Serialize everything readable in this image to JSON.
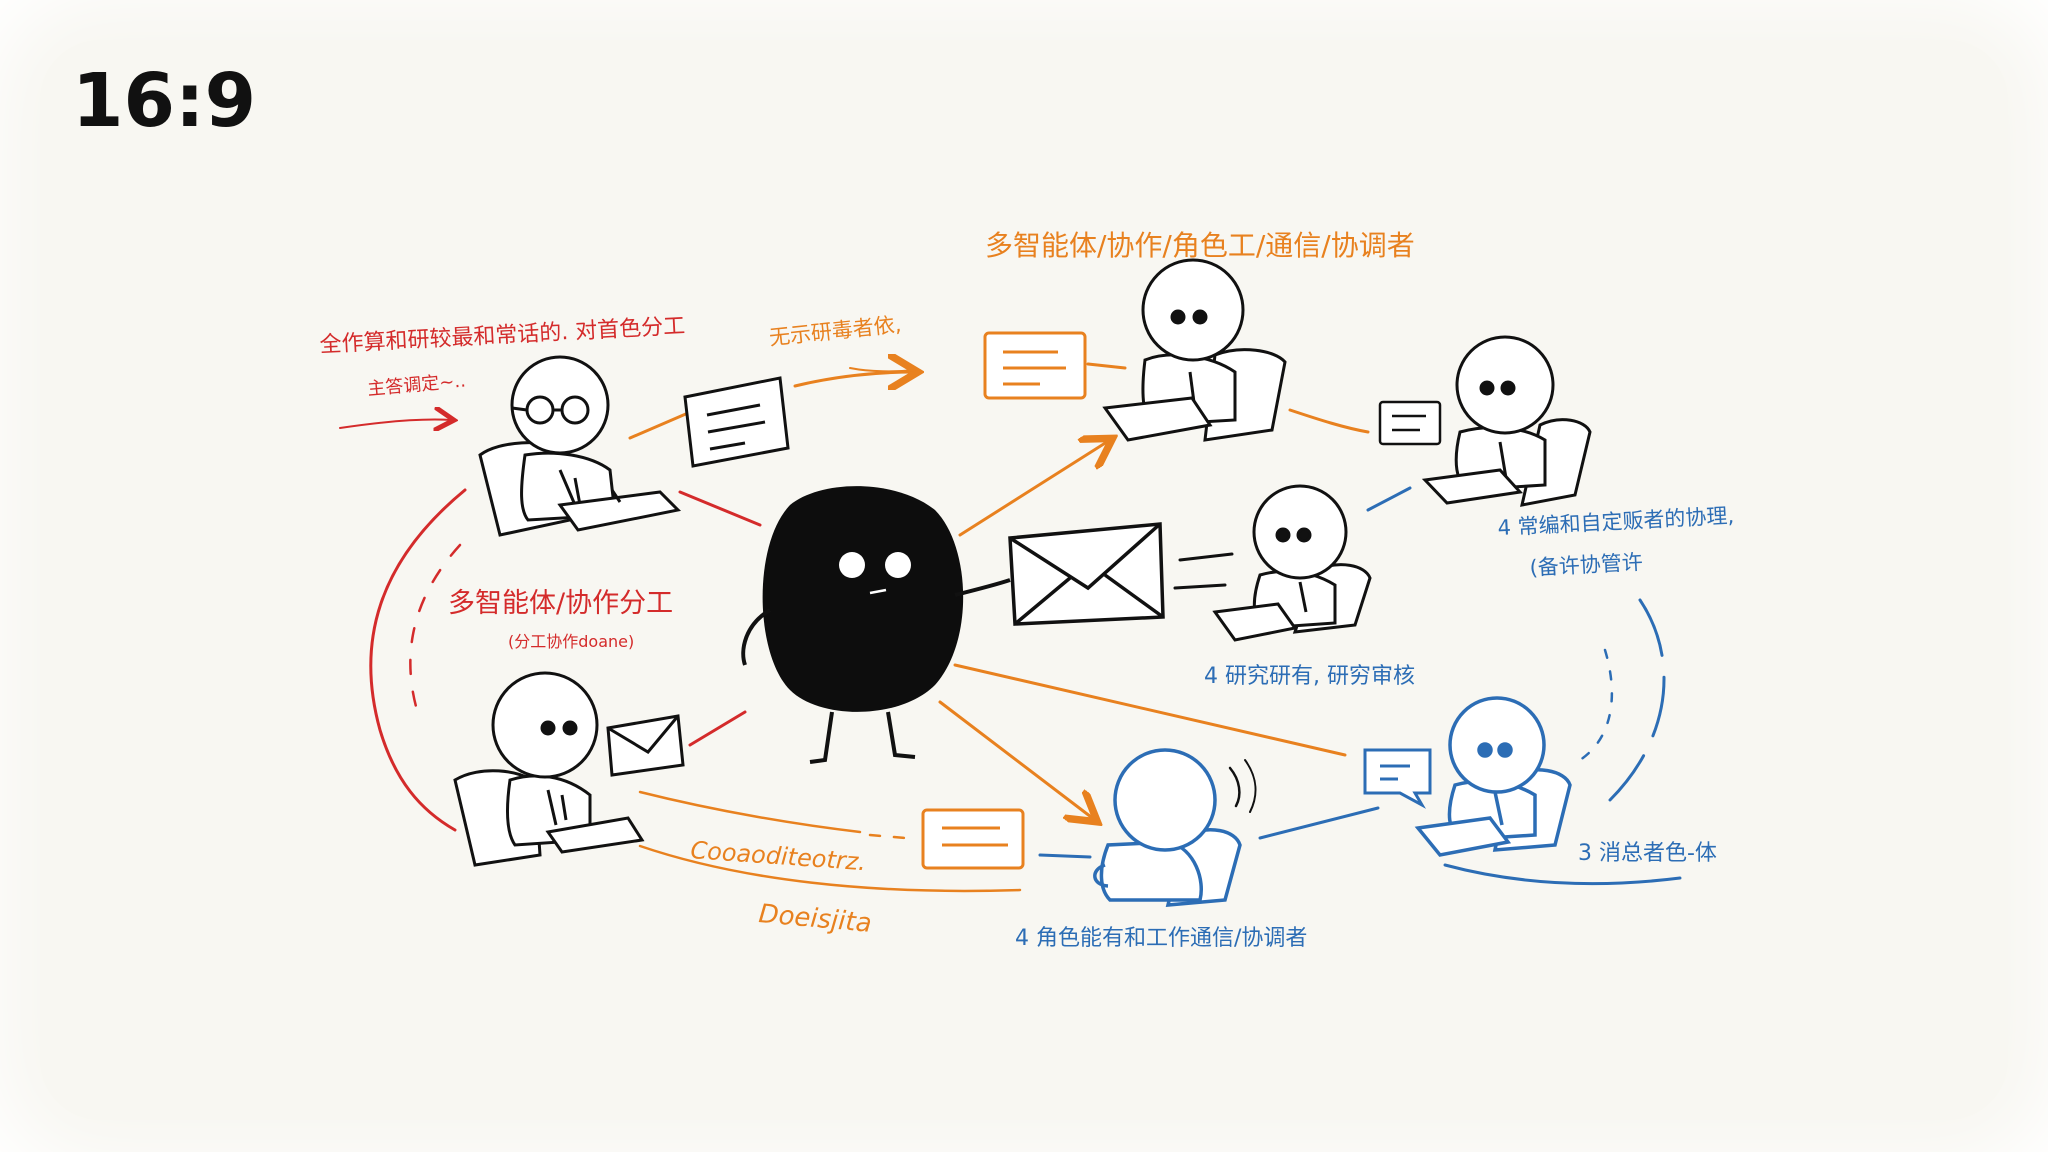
{
  "aspect_ratio_label": "16:9",
  "colors": {
    "ink": "#111111",
    "orange": "#e8811f",
    "red": "#d42b2b",
    "blue": "#2c6db5",
    "paper": "#f8f7f2"
  },
  "labels": {
    "top_title": "多智能体/协作/角色工/通信/协调者",
    "top_left_note": "全作算和研较最和常话的. 对首色分工",
    "top_left_sub": "主答调定~..",
    "top_arrow_note": "无示研毒者依,",
    "left_title": "多智能体/协作分工",
    "left_sub": "(分工协作doane)",
    "middle_right_note": "4 研究研有, 研穷审核",
    "right_note_line1": "4 常编和自定贩者的协理,",
    "right_note_line2": "(备许协管许",
    "bottom_right_note": "3 消总者色-体",
    "bottom_center_note": "4 角色能有和工作通信/协调者",
    "bottom_left_orange_1": "Cooaoditeotrz.",
    "bottom_left_orange_2": "Doeisjita"
  },
  "icons": [
    "central-blob-character-icon",
    "envelope-icon",
    "document-card-icon",
    "chat-bubble-icon",
    "seated-agent-figure-icon",
    "glasses-agent-figure-icon"
  ]
}
